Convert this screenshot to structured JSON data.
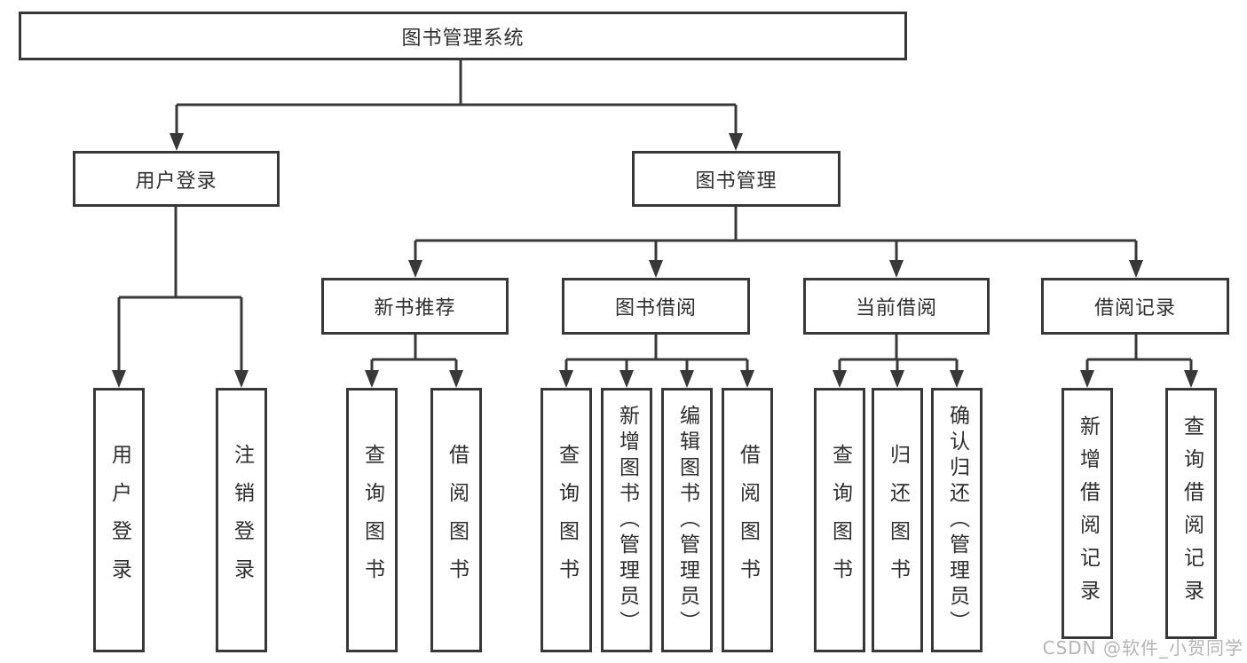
{
  "diagram": {
    "type": "hierarchy-flowchart",
    "colors": {
      "line": "#383838",
      "box_border": "#383838",
      "text": "#2e2e2e",
      "background": "#ffffff",
      "watermark": "#b4b4b4"
    }
  },
  "tree": {
    "label": "图书管理系统",
    "children": [
      {
        "label": "用户登录",
        "children": [
          {
            "label": "用户登录"
          },
          {
            "label": "注销登录"
          }
        ]
      },
      {
        "label": "图书管理",
        "children": [
          {
            "label": "新书推荐",
            "children": [
              {
                "label": "查询图书"
              },
              {
                "label": "借阅图书"
              }
            ]
          },
          {
            "label": "图书借阅",
            "children": [
              {
                "label": "查询图书"
              },
              {
                "label": "新增图书（管理员）"
              },
              {
                "label": "编辑图书（管理员）"
              },
              {
                "label": "借阅图书"
              }
            ]
          },
          {
            "label": "当前借阅",
            "children": [
              {
                "label": "查询图书"
              },
              {
                "label": "归还图书"
              },
              {
                "label": "确认归还（管理员）"
              }
            ]
          },
          {
            "label": "借阅记录",
            "children": [
              {
                "label": "新增借阅记录"
              },
              {
                "label": "查询借阅记录"
              }
            ]
          }
        ]
      }
    ]
  },
  "watermark": "CSDN @软件_小贺同学"
}
